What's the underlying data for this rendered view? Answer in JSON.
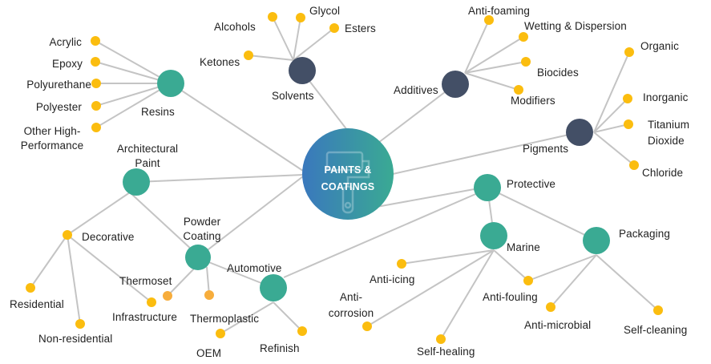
{
  "title": "Paints & Coatings Market Ecosystem",
  "colors": {
    "line": "#c4c4c4",
    "segment_node": "#3aaa93",
    "category_node": "#434f66",
    "leaf_node": "#fbbd0f",
    "leaf_node_alt": "#f7ad3c",
    "center_start": "#3a78bd",
    "center_end": "#3aaa93"
  },
  "center": {
    "label_line1": "PAINTS &",
    "label_line2": "COATINGS",
    "icon": "paint-roller-icon"
  },
  "nodes": {
    "resins": {
      "label": "Resins",
      "type": "segment"
    },
    "solvents": {
      "label": "Solvents",
      "type": "category"
    },
    "additives": {
      "label": "Additives",
      "type": "category"
    },
    "pigments": {
      "label": "Pigments",
      "type": "category"
    },
    "architectural": {
      "label_line1": "Architectural",
      "label_line2": "Paint",
      "type": "segment"
    },
    "powder": {
      "label_line1": "Powder",
      "label_line2": "Coating",
      "type": "segment"
    },
    "automotive": {
      "label": "Automotive",
      "type": "segment"
    },
    "protective": {
      "label": "Protective",
      "type": "segment"
    },
    "marine": {
      "label": "Marine",
      "type": "segment"
    },
    "packaging": {
      "label": "Packaging",
      "type": "segment"
    }
  },
  "leaves": {
    "acrylic": "Acrylic",
    "epoxy": "Epoxy",
    "polyurethane": "Polyurethane",
    "polyester": "Polyester",
    "other_hp_1": "Other High-",
    "other_hp_2": "Performance",
    "alcohols": "Alcohols",
    "glycol": "Glycol",
    "esters": "Esters",
    "ketones": "Ketones",
    "antifoaming": "Anti-foaming",
    "wetting": "Wetting & Dispersion",
    "biocides": "Biocides",
    "modifiers": "Modifiers",
    "organic": "Organic",
    "inorganic": "Inorganic",
    "titanium_1": "Titanium",
    "titanium_2": "Dioxide",
    "chloride": "Chloride",
    "decorative": "Decorative",
    "residential": "Residential",
    "nonresidential": "Non-residential",
    "infrastructure": "Infrastructure",
    "thermoset": "Thermoset",
    "thermoplastic": "Thermoplastic",
    "oem": "OEM",
    "refinish": "Refinish",
    "antiicing": "Anti-icing",
    "anticorrosion_1": "Anti-",
    "anticorrosion_2": "corrosion",
    "selfhealing": "Self-healing",
    "antifouling": "Anti-fouling",
    "antimicrobial": "Anti-microbial",
    "selfcleaning": "Self-cleaning"
  }
}
